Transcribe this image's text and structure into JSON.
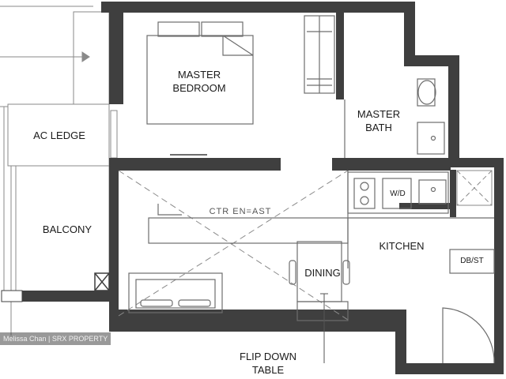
{
  "rooms": {
    "master_bedroom": [
      "MASTER",
      "BEDROOM"
    ],
    "master_bath": [
      "MASTER",
      "BATH"
    ],
    "ac_ledge": "AC LEDGE",
    "balcony": "BALCONY",
    "kitchen": "KITCHEN",
    "dining": "DINING",
    "wd": "W/D",
    "dbst": "DB/ST",
    "ctr": "CTR EN=AST"
  },
  "annotation": {
    "flip_down_table": [
      "FLIP DOWN",
      "TABLE"
    ]
  },
  "watermark": "Melissa Chan | SRX PROPERTY",
  "colors": {
    "wall": "#3f3f3f",
    "line": "#8a8a8a",
    "fixture": "#6d6d6d",
    "background": "#ffffff"
  }
}
